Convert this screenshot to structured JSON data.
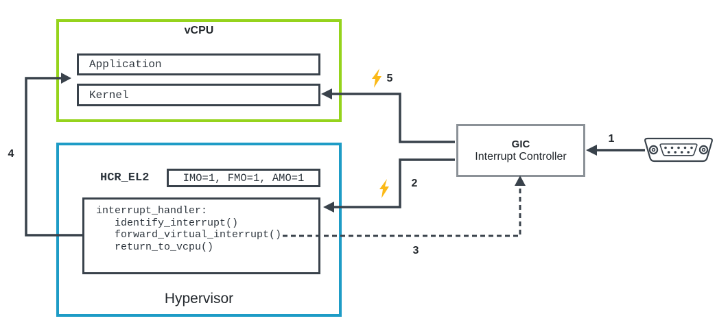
{
  "vcpu": {
    "title": "vCPU",
    "application_label": "Application",
    "kernel_label": "Kernel"
  },
  "hypervisor": {
    "title": "Hypervisor",
    "register_name": "HCR_EL2",
    "register_flags": "IMO=1, FMO=1, AMO=1",
    "code_lines": [
      "interrupt_handler:",
      "   identify_interrupt()",
      "   forward_virtual_interrupt()",
      "   return_to_vcpu()"
    ]
  },
  "gic": {
    "title": "GIC",
    "subtitle": "Interrupt Controller"
  },
  "steps": {
    "s1": "1",
    "s2": "2",
    "s3": "3",
    "s4": "4",
    "s5": "5"
  },
  "icons": {
    "interrupt": "lightning-icon",
    "device": "serial-port-icon"
  },
  "colors": {
    "vcpu_border": "#95d31c",
    "hypervisor_border": "#1e9cc6",
    "box_border": "#39424b",
    "line": "#39424b",
    "gic_border": "#8b9197",
    "lightning": "#fbb917",
    "text": "#23282d"
  }
}
